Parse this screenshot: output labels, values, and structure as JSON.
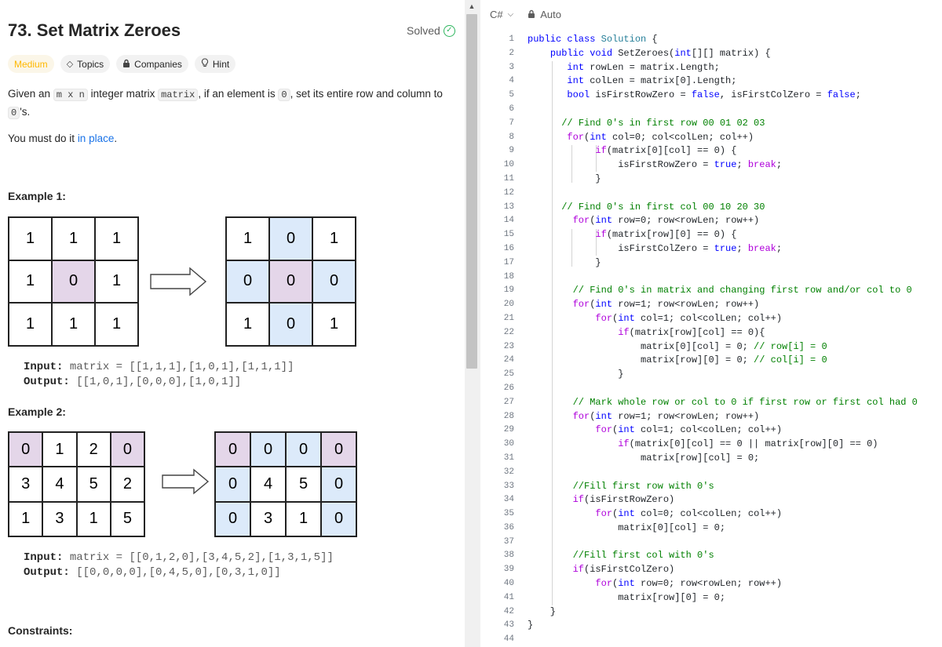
{
  "problem": {
    "title": "73. Set Matrix Zeroes",
    "status": "Solved",
    "tags": {
      "difficulty": "Medium",
      "topics": "Topics",
      "companies": "Companies",
      "hint": "Hint"
    },
    "desc1_a": "Given an ",
    "desc1_code1": "m x n",
    "desc1_b": " integer matrix ",
    "desc1_code2": "matrix",
    "desc1_c": ", if an element is ",
    "desc1_code3": "0",
    "desc1_d": ", set its entire row and column to",
    "desc2_code": "0",
    "desc2_b": "'s.",
    "desc3_a": "You must do it ",
    "desc3_link": "in place",
    "desc3_b": ".",
    "example1": {
      "heading": "Example 1:",
      "input_label": "Input:",
      "input_value": "matrix = [[1,1,1],[1,0,1],[1,1,1]]",
      "output_label": "Output:",
      "output_value": "[[1,0,1],[0,0,0],[1,0,1]]",
      "before": [
        [
          "1",
          "1",
          "1"
        ],
        [
          "1",
          "0",
          "1"
        ],
        [
          "1",
          "1",
          "1"
        ]
      ],
      "after": [
        [
          "1",
          "0",
          "1"
        ],
        [
          "0",
          "0",
          "0"
        ],
        [
          "1",
          "0",
          "1"
        ]
      ]
    },
    "example2": {
      "heading": "Example 2:",
      "input_label": "Input:",
      "input_value": "matrix = [[0,1,2,0],[3,4,5,2],[1,3,1,5]]",
      "output_label": "Output:",
      "output_value": "[[0,0,0,0],[0,4,5,0],[0,3,1,0]]",
      "before": [
        [
          "0",
          "1",
          "2",
          "0"
        ],
        [
          "3",
          "4",
          "5",
          "2"
        ],
        [
          "1",
          "3",
          "1",
          "5"
        ]
      ],
      "after": [
        [
          "0",
          "0",
          "0",
          "0"
        ],
        [
          "0",
          "4",
          "5",
          "0"
        ],
        [
          "0",
          "3",
          "1",
          "0"
        ]
      ]
    },
    "constraints_heading": "Constraints:"
  },
  "editor": {
    "language": "C#",
    "mode": "Auto"
  },
  "colors": {
    "cell_highlight_zero": "#e4d6e9",
    "cell_highlight_affected": "#dceafa",
    "difficulty_medium": "#ffb800",
    "solved_green": "#2db55d"
  }
}
